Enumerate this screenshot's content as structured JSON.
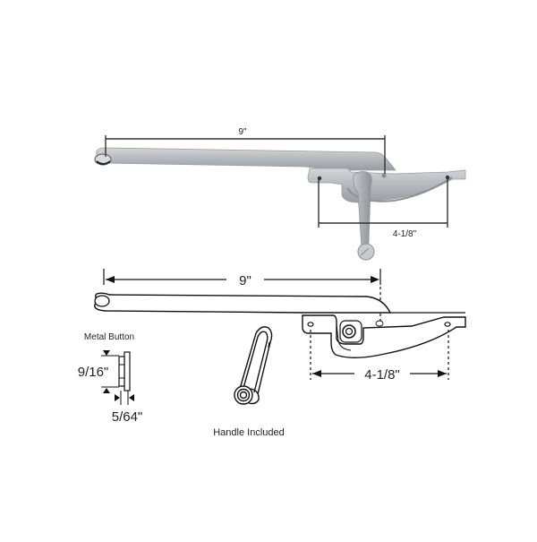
{
  "photo": {
    "overall_length_label": "9\"",
    "hole_spacing_label": "4-1/8\"",
    "metal_color": "#b9bcc0",
    "metal_dark": "#8d9095",
    "dimension_line_color": "#333333"
  },
  "drawing": {
    "overall_length_label": "9\"",
    "hole_spacing_label": "4-1/8\"",
    "handle_caption": "Handle Included"
  },
  "metal_button": {
    "title": "Metal Button",
    "height_label": "9/16\"",
    "thickness_label": "5/64\""
  }
}
